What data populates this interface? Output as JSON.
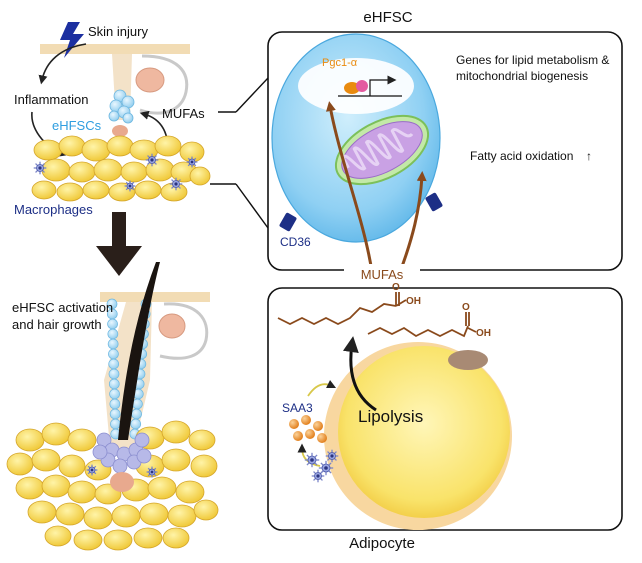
{
  "labels": {
    "skin_injury": "Skin injury",
    "inflammation": "Inflammation",
    "ehfscs": "eHFSCs",
    "mufas_left": "MUFAs",
    "macrophages": "Macrophages",
    "activation_line1": "eHFSC activation",
    "activation_line2": "and hair growth",
    "cell_title": "eHFSC",
    "pgc1a": "Pgc1-α",
    "genes_line1": "Genes for lipid metabolism &",
    "genes_line2": "mitochondrial biogenesis",
    "fatty_acid_oxidation": "Fatty acid oxidation",
    "up_arrow": "↑",
    "cd36": "CD36",
    "mufas_center": "MUFAs",
    "saa3": "SAA3",
    "lipolysis": "Lipolysis",
    "adipocyte": "Adipocyte",
    "oh1": "OH",
    "oh2": "OH",
    "o1": "O",
    "o2": "O"
  },
  "colors": {
    "ehfsc_blue": "#2f9ee0",
    "mufa_brown": "#8a4a1c",
    "pgc_orange": "#e98b10",
    "cd36_navy": "#1d2f86",
    "saa3_navy": "#1d2f86",
    "lightning": "#1c2fa0",
    "fat_yellow": "#f5d84a",
    "mito_purple": "#b07ad6",
    "cell_blue": "#7cc6f0"
  }
}
